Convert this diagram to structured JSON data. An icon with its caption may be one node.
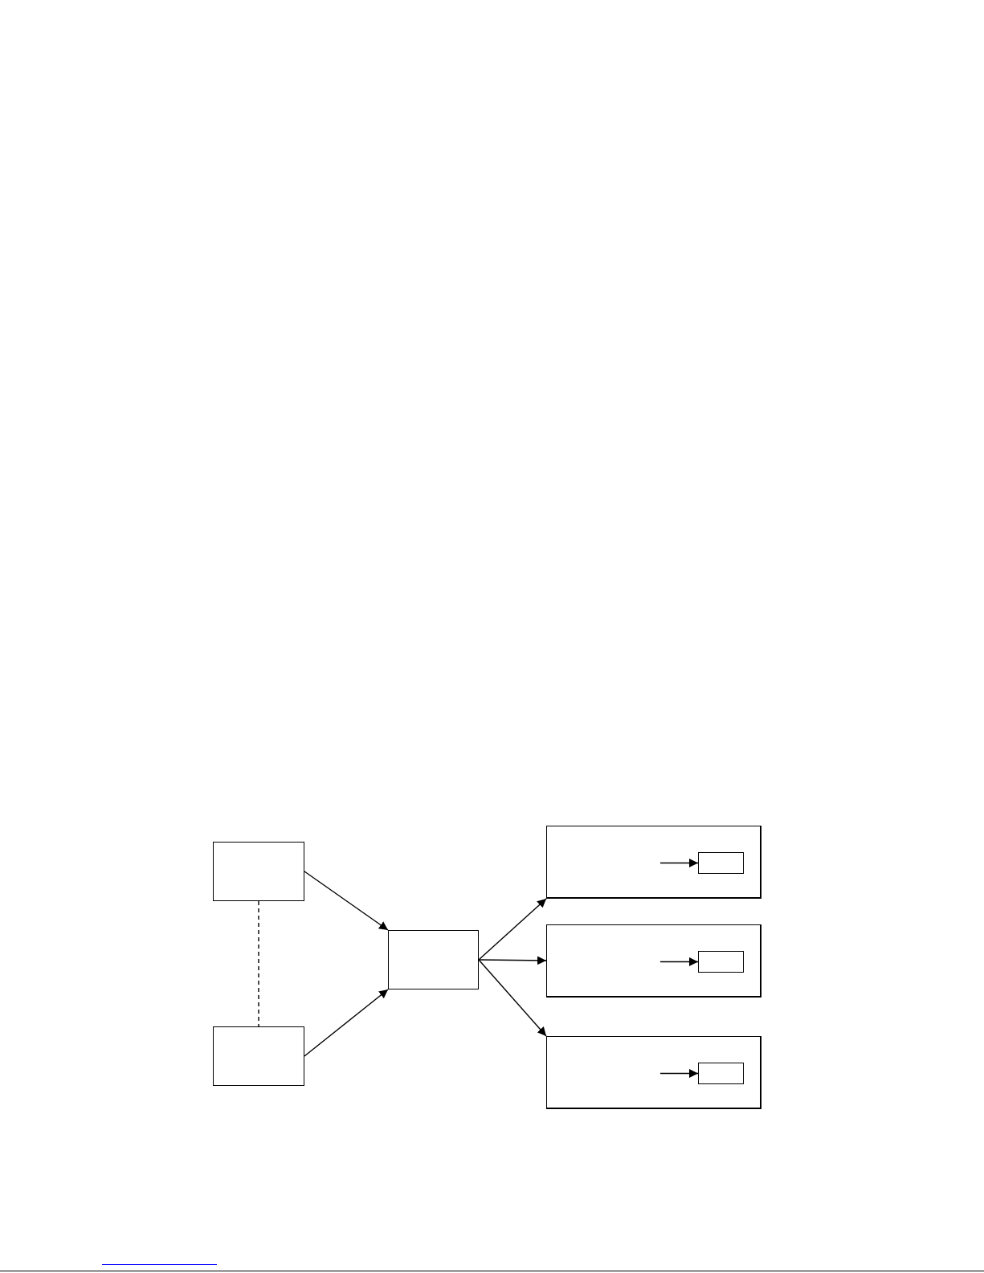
{
  "diagram": {
    "nodes": [
      {
        "text": [],
        "shape": "box"
      },
      {
        "text": [],
        "shape": "box"
      },
      {
        "text": [],
        "shape": "box"
      },
      {
        "text": [],
        "shape": "box"
      },
      {
        "text": [],
        "shape": "box",
        "in": 3
      },
      {
        "text": [],
        "shape": "box"
      },
      {
        "text": [],
        "shape": "box",
        "in": 5
      },
      {
        "text": [],
        "shape": "box"
      },
      {
        "text": [],
        "shape": "box",
        "in": 7
      }
    ],
    "edges": [
      {
        "from": 0,
        "to": 1,
        "arrow": "none",
        "style": "dashed"
      },
      {
        "from": 0,
        "to": 2,
        "arrow": "to"
      },
      {
        "from": 1,
        "to": 2,
        "arrow": "to"
      },
      {
        "from": 2,
        "to": 3,
        "arrow": "to"
      },
      {
        "from": 2,
        "to": 5,
        "arrow": "to"
      },
      {
        "from": 2,
        "to": 7,
        "arrow": "to"
      },
      {
        "from": null,
        "to": 4,
        "arrow": "to"
      },
      {
        "from": null,
        "to": 6,
        "arrow": "to"
      },
      {
        "from": null,
        "to": 8,
        "arrow": "to"
      }
    ]
  }
}
